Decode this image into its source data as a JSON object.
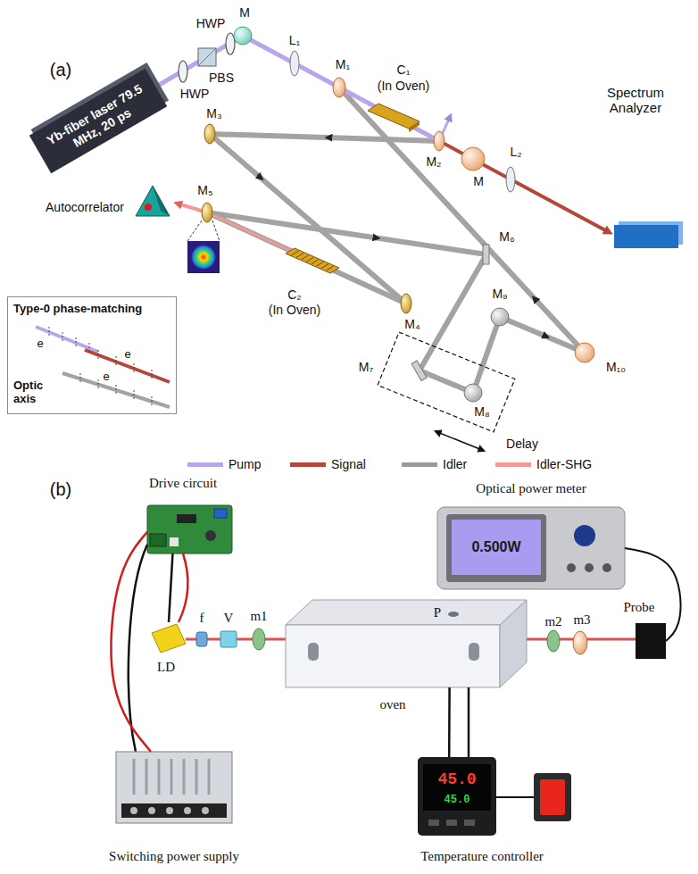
{
  "diagram": {
    "nodes": [
      {
        "text": [
          "Yb-fiber laser 79.5 MHz, 20 ps"
        ]
      },
      {
        "text": [
          "Spectrum Analyzer"
        ]
      },
      {
        "text": [
          "Autocorrelator"
        ]
      },
      {
        "text": [
          "C₁",
          "(In Oven)"
        ]
      },
      {
        "text": [
          "C₂",
          "(In Oven)"
        ]
      },
      {
        "text": [
          "Type-0 phase-matching",
          "e",
          "e",
          "e",
          "Optic axis"
        ]
      },
      {
        "text": [
          "Drive circuit"
        ]
      },
      {
        "text": [
          "Optical power meter"
        ]
      },
      {
        "text": [
          "LD"
        ]
      },
      {
        "text": [
          "oven"
        ]
      },
      {
        "text": [
          "Probe"
        ]
      },
      {
        "text": [
          "Switching power supply"
        ]
      },
      {
        "text": [
          "Temperature controller"
        ]
      }
    ],
    "edges": [
      {
        "from": 6,
        "to": 11,
        "arrow": "none"
      },
      {
        "from": 6,
        "to": 8,
        "arrow": "none"
      },
      {
        "from": 7,
        "to": 10,
        "arrow": "none"
      },
      {
        "from": 12,
        "to": 9,
        "arrow": "none"
      }
    ],
    "labels": [
      "(a)",
      "HWP",
      "HWP",
      "PBS",
      "M",
      "L₁",
      "M₁",
      "M₂",
      "M",
      "L₂",
      "M₃",
      "M₅",
      "M₄",
      "M₆",
      "M₉",
      "M₇",
      "M₈",
      "Delay",
      "M₁₀",
      "(b)",
      "f",
      "V",
      "m1",
      "P",
      "m2",
      "m3",
      "0.500W",
      "45.0",
      "45.0"
    ],
    "legend": [
      {
        "text": "Pump",
        "color": "#b9a6ea"
      },
      {
        "text": "Signal",
        "color": "#b4473a"
      },
      {
        "text": "Idler",
        "color": "#9b9b9b"
      },
      {
        "text": "Idler-SHG",
        "color": "#f29a9a"
      }
    ]
  }
}
